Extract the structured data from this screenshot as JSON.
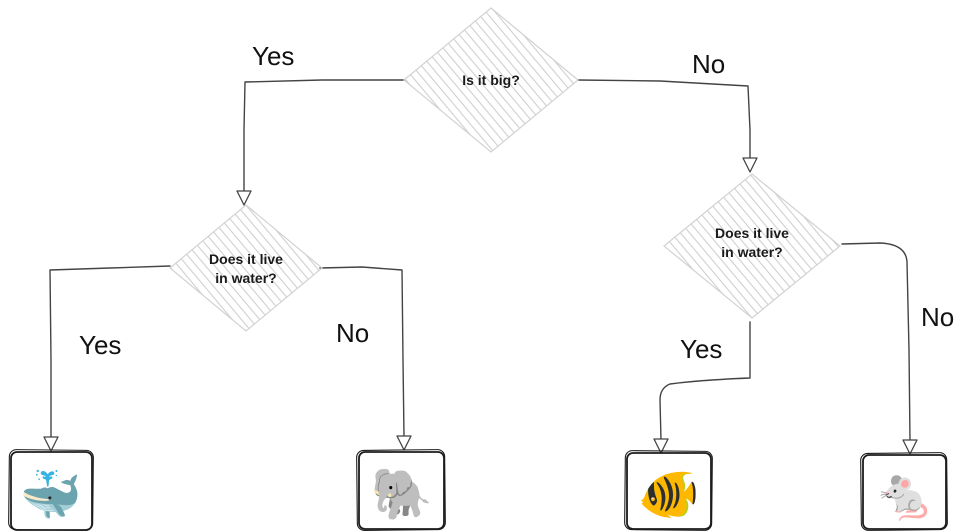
{
  "nodes": {
    "root": {
      "label": "Is it big?"
    },
    "left_question": {
      "lines": [
        "Does it live",
        "in water?"
      ]
    },
    "right_question": {
      "lines": [
        "Does it live",
        "in water?"
      ]
    }
  },
  "edges": {
    "root_yes": "Yes",
    "root_no": "No",
    "left_yes": "Yes",
    "left_no": "No",
    "right_yes": "Yes",
    "right_no": "No"
  },
  "leaves": {
    "whale": {
      "icon": "whale-icon",
      "glyph": "🐳"
    },
    "elephant": {
      "icon": "elephant-icon",
      "glyph": "🐘"
    },
    "fish": {
      "icon": "tropical-fish-icon",
      "glyph": "🐠"
    },
    "mouse": {
      "icon": "mouse-icon",
      "glyph": "🐁"
    }
  },
  "colors": {
    "background": "#ffffff",
    "hatch": "#cfcfcf",
    "line": "#444444",
    "text": "#111111"
  }
}
